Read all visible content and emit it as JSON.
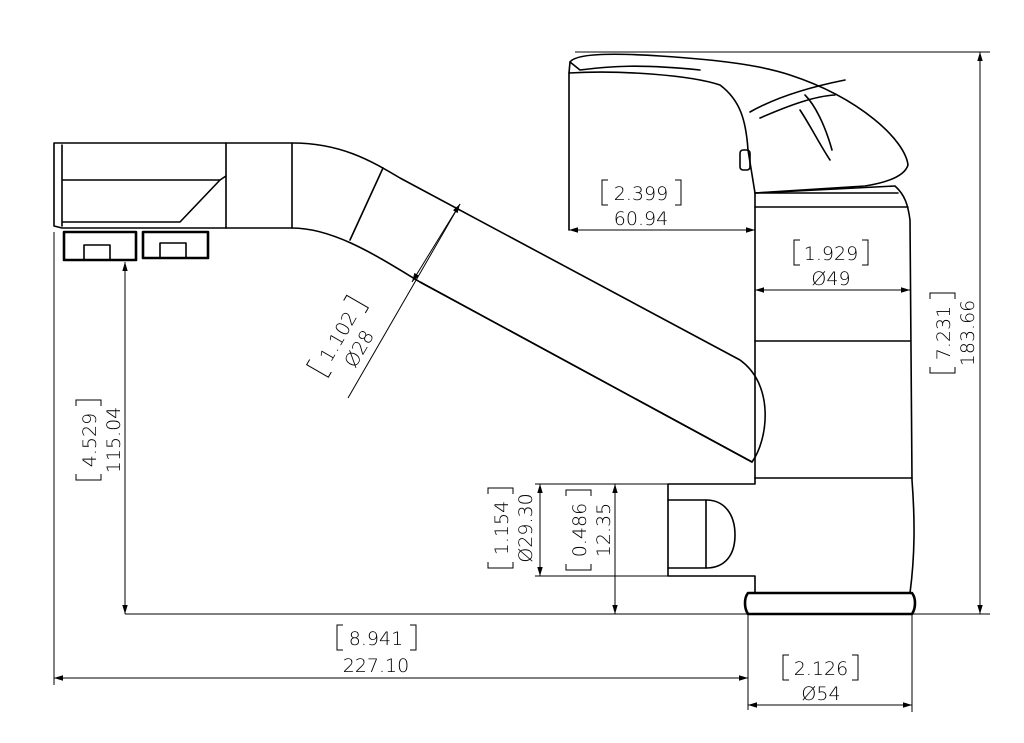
{
  "drawing": {
    "dimensions": {
      "spout_diameter": {
        "inch": "1.102",
        "mm": "Ø28"
      },
      "spout_height": {
        "inch": "4.529",
        "mm": "115.04"
      },
      "overall_length": {
        "inch": "8.941",
        "mm": "227.10"
      },
      "lever_offset": {
        "inch": "2.399",
        "mm": "60.94"
      },
      "body_diameter": {
        "inch": "1.929",
        "mm": "Ø49"
      },
      "overall_height": {
        "inch": "7.231",
        "mm": "183.66"
      },
      "outlet_diameter": {
        "inch": "1.154",
        "mm": "Ø29.30"
      },
      "outlet_height": {
        "inch": "0.486",
        "mm": "12.35"
      },
      "base_diameter": {
        "inch": "2.126",
        "mm": "Ø54"
      }
    }
  }
}
